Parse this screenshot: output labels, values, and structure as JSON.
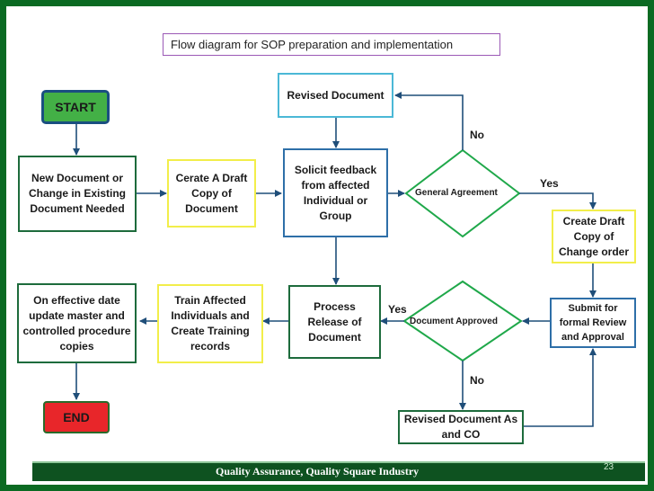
{
  "title": "Flow diagram for SOP preparation and implementation",
  "nodes": {
    "start": "START",
    "new_document": "New Document or Change in Existing Document Needed",
    "create_draft": "Cerate A Draft Copy of Document",
    "solicit_feedback": "Solicit feedback from affected Individual  or Group",
    "revised_document": "Revised Document",
    "general_agreement": "General Agreement",
    "create_draft_change": "Create Draft Copy of Change order",
    "submit_review": "Submit for formal Review and Approval",
    "document_approved": "Document Approved",
    "revised_document_co": "Revised Document As  and CO",
    "process_release": "Process Release of Document",
    "train_affected": "Train Affected Individuals and Create Training records",
    "effective_date": "On effective date update master and controlled procedure  copies",
    "end": "END"
  },
  "edge_labels": {
    "no_top": "No",
    "yes_right": "Yes",
    "yes_left": "Yes",
    "no_bottom": "No"
  },
  "footer": {
    "text": "Quality Assurance, Quality Square Industry",
    "page_number": "23"
  },
  "colors": {
    "frame": "#0b6a22",
    "start_fill": "#43b046",
    "end_fill": "#e8262a",
    "arrow": "#1f4e79",
    "diamond": "#1fa84a"
  }
}
